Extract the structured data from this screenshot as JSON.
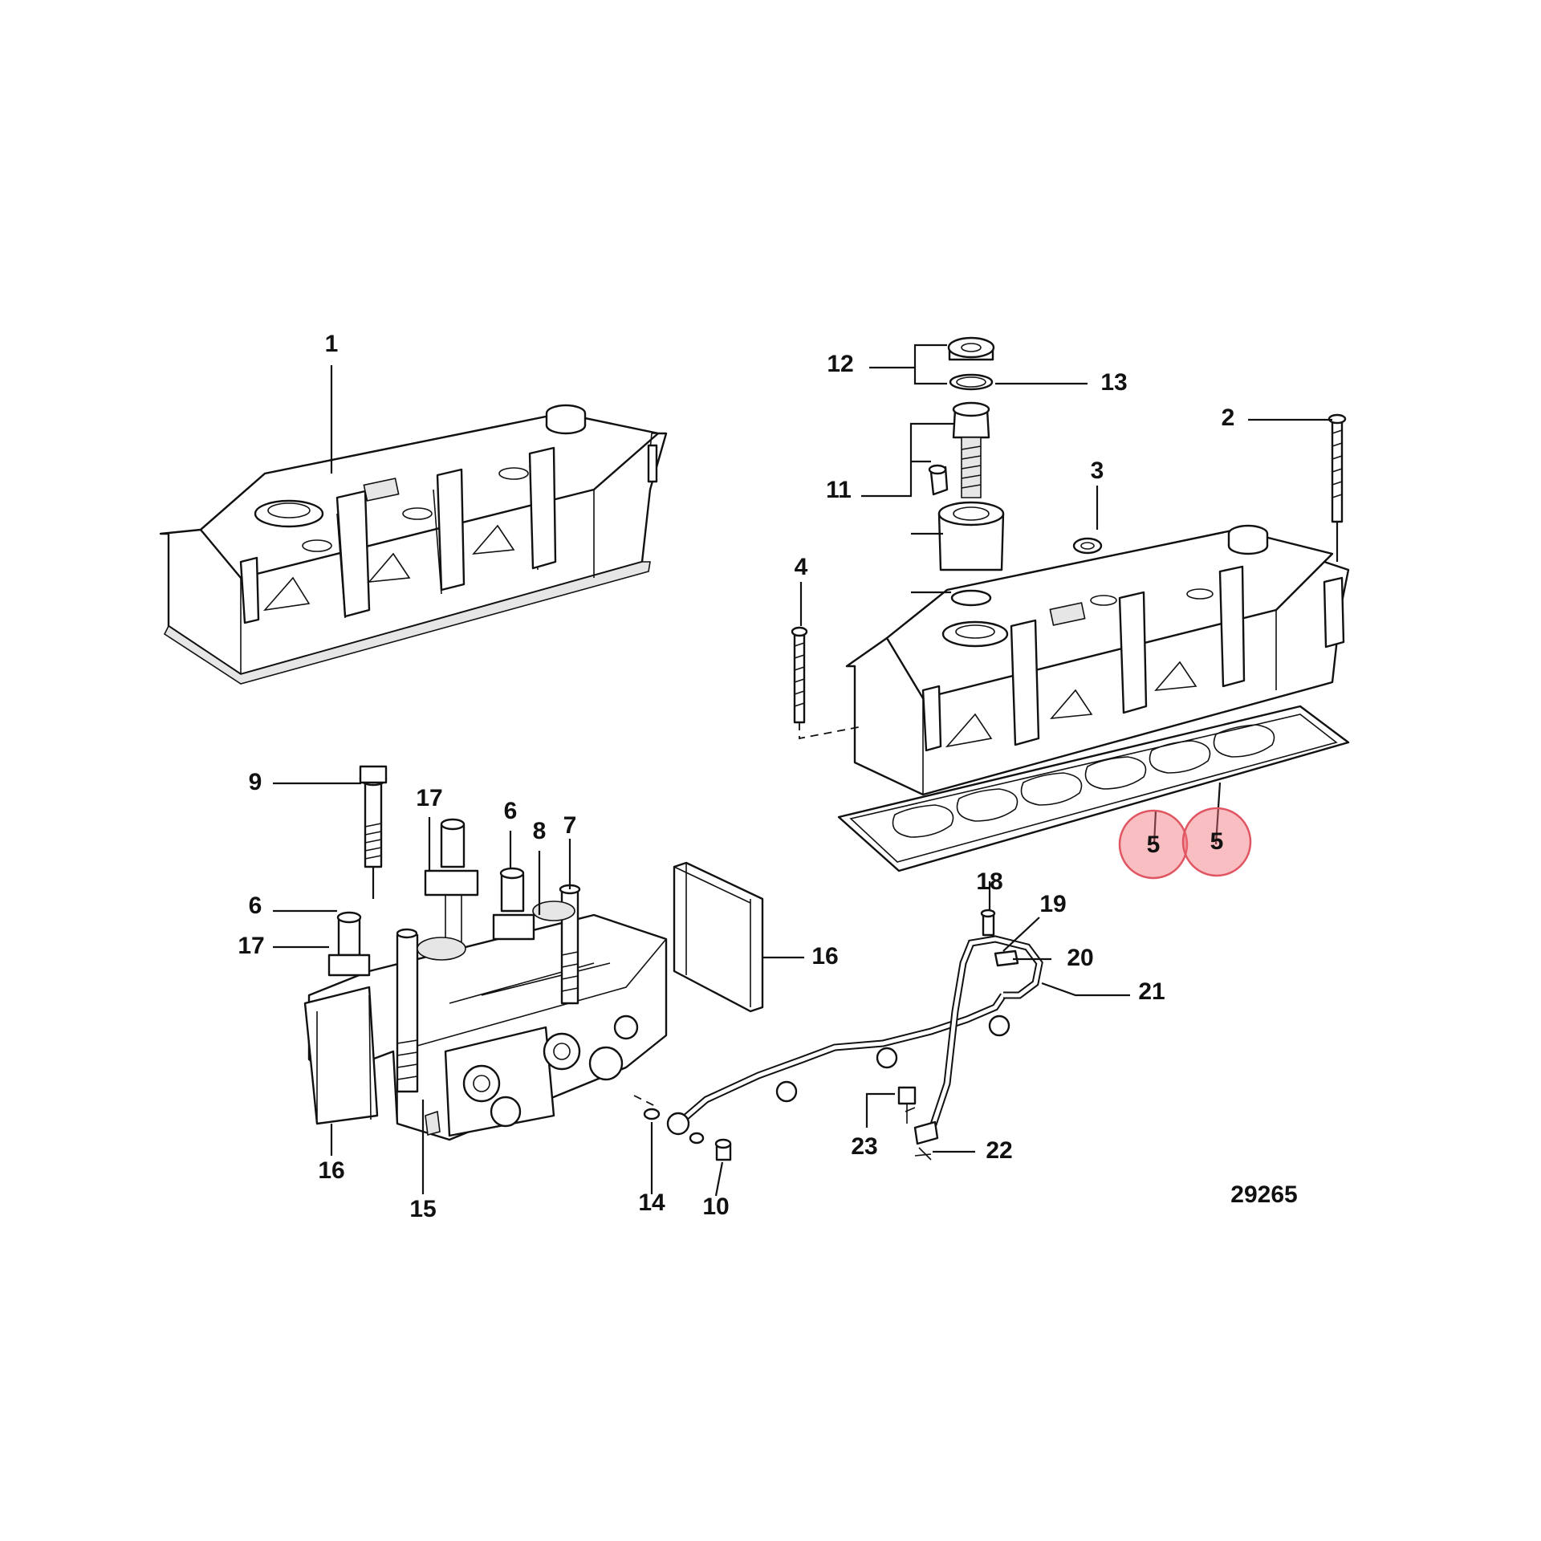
{
  "figure_id": "29265",
  "highlight_color": "#f07a84",
  "callouts": {
    "c1": "1",
    "c2": "2",
    "c3": "3",
    "c4": "4",
    "c5a": "5",
    "c5b": "5",
    "c6a": "6",
    "c6b": "6",
    "c7": "7",
    "c8": "8",
    "c9": "9",
    "c10": "10",
    "c11": "11",
    "c12": "12",
    "c13": "13",
    "c14": "14",
    "c15": "15",
    "c16a": "16",
    "c16b": "16",
    "c17a": "17",
    "c17b": "17",
    "c18": "18",
    "c19": "19",
    "c20": "20",
    "c21": "21",
    "c22": "22",
    "c23": "23"
  },
  "highlighted_callouts": [
    "c5a",
    "c5b"
  ]
}
